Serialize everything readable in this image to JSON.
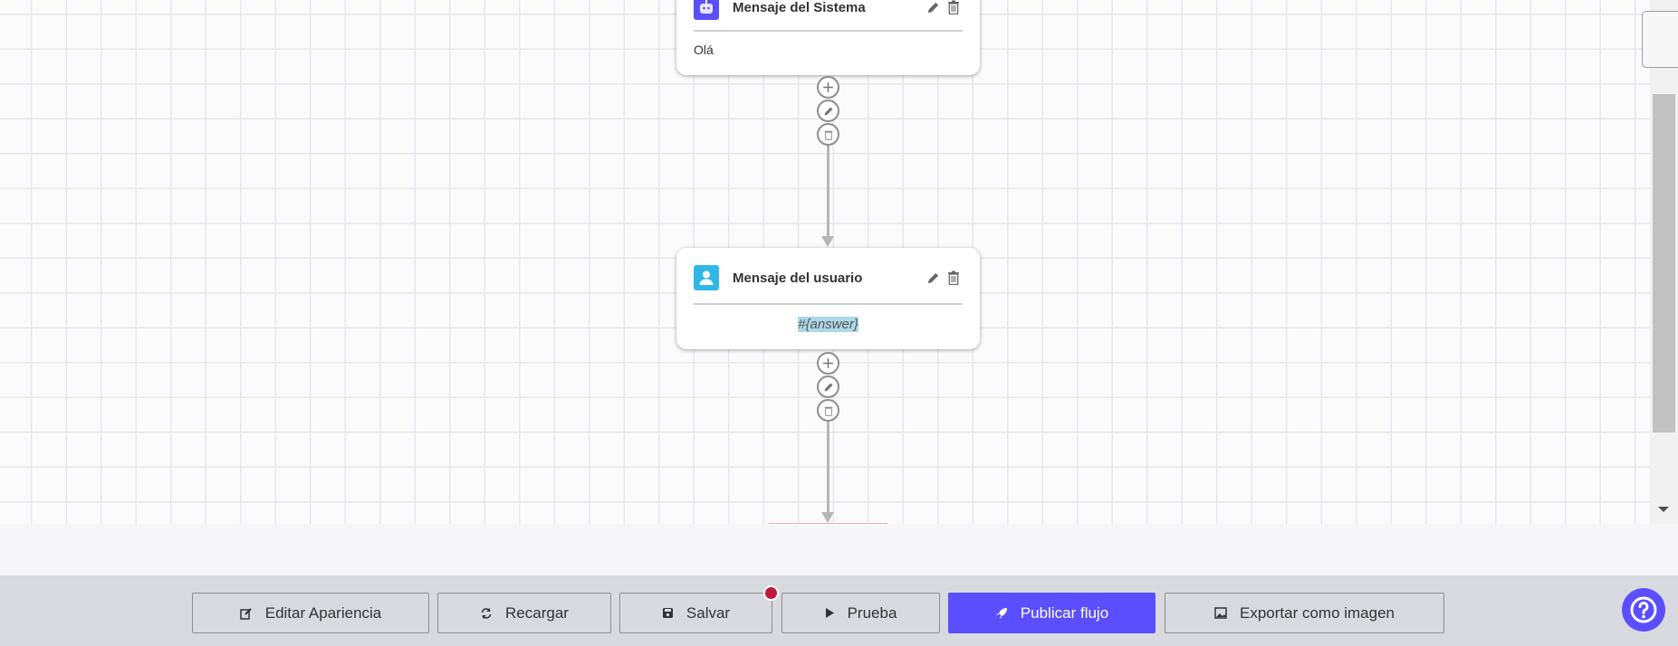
{
  "colors": {
    "accent": "#5b4eff",
    "system_avatar": "#5b4eff",
    "user_avatar": "#2eb8e8",
    "unsaved_dot": "#c0193a",
    "variable_highlight": "#add8e6"
  },
  "nodes": [
    {
      "title": "Mensaje del Sistema",
      "icon": "robot-icon",
      "content": "Olá"
    },
    {
      "title": "Mensaje del usuario",
      "icon": "user-icon",
      "content": "#{answer}"
    }
  ],
  "toolbar": {
    "buttons": [
      {
        "label": "Editar Apariencia",
        "icon": "edit-icon"
      },
      {
        "label": "Recargar",
        "icon": "refresh-icon"
      },
      {
        "label": "Salvar",
        "icon": "save-icon"
      },
      {
        "label": "Prueba",
        "icon": "play-icon"
      },
      {
        "label": "Publicar flujo",
        "icon": "rocket-icon"
      },
      {
        "label": "Exportar como imagen",
        "icon": "image-icon"
      }
    ]
  },
  "help": {
    "icon": "help-icon"
  }
}
